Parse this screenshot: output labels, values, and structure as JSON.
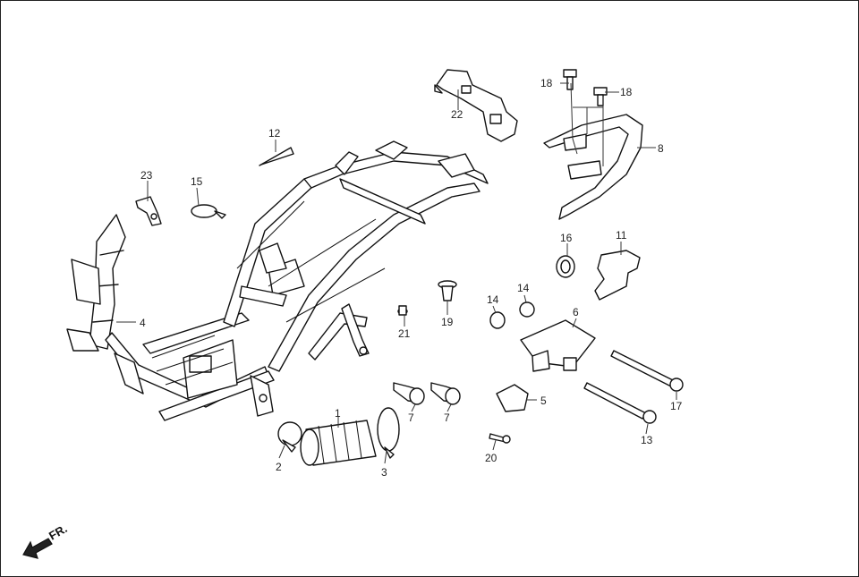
{
  "callouts": {
    "c1": "1",
    "c2": "2",
    "c3": "3",
    "c4": "4",
    "c5": "5",
    "c6": "6",
    "c7a": "7",
    "c7b": "7",
    "c8": "8",
    "c11": "11",
    "c12": "12",
    "c13": "13",
    "c14a": "14",
    "c14b": "14",
    "c15": "15",
    "c16": "16",
    "c17": "17",
    "c18a": "18",
    "c18b": "18",
    "c19": "19",
    "c20": "20",
    "c21": "21",
    "c22": "22",
    "c23": "23"
  },
  "direction_label": "FR.",
  "colors": {
    "line": "#111111",
    "background": "#ffffff",
    "text": "#222222"
  }
}
